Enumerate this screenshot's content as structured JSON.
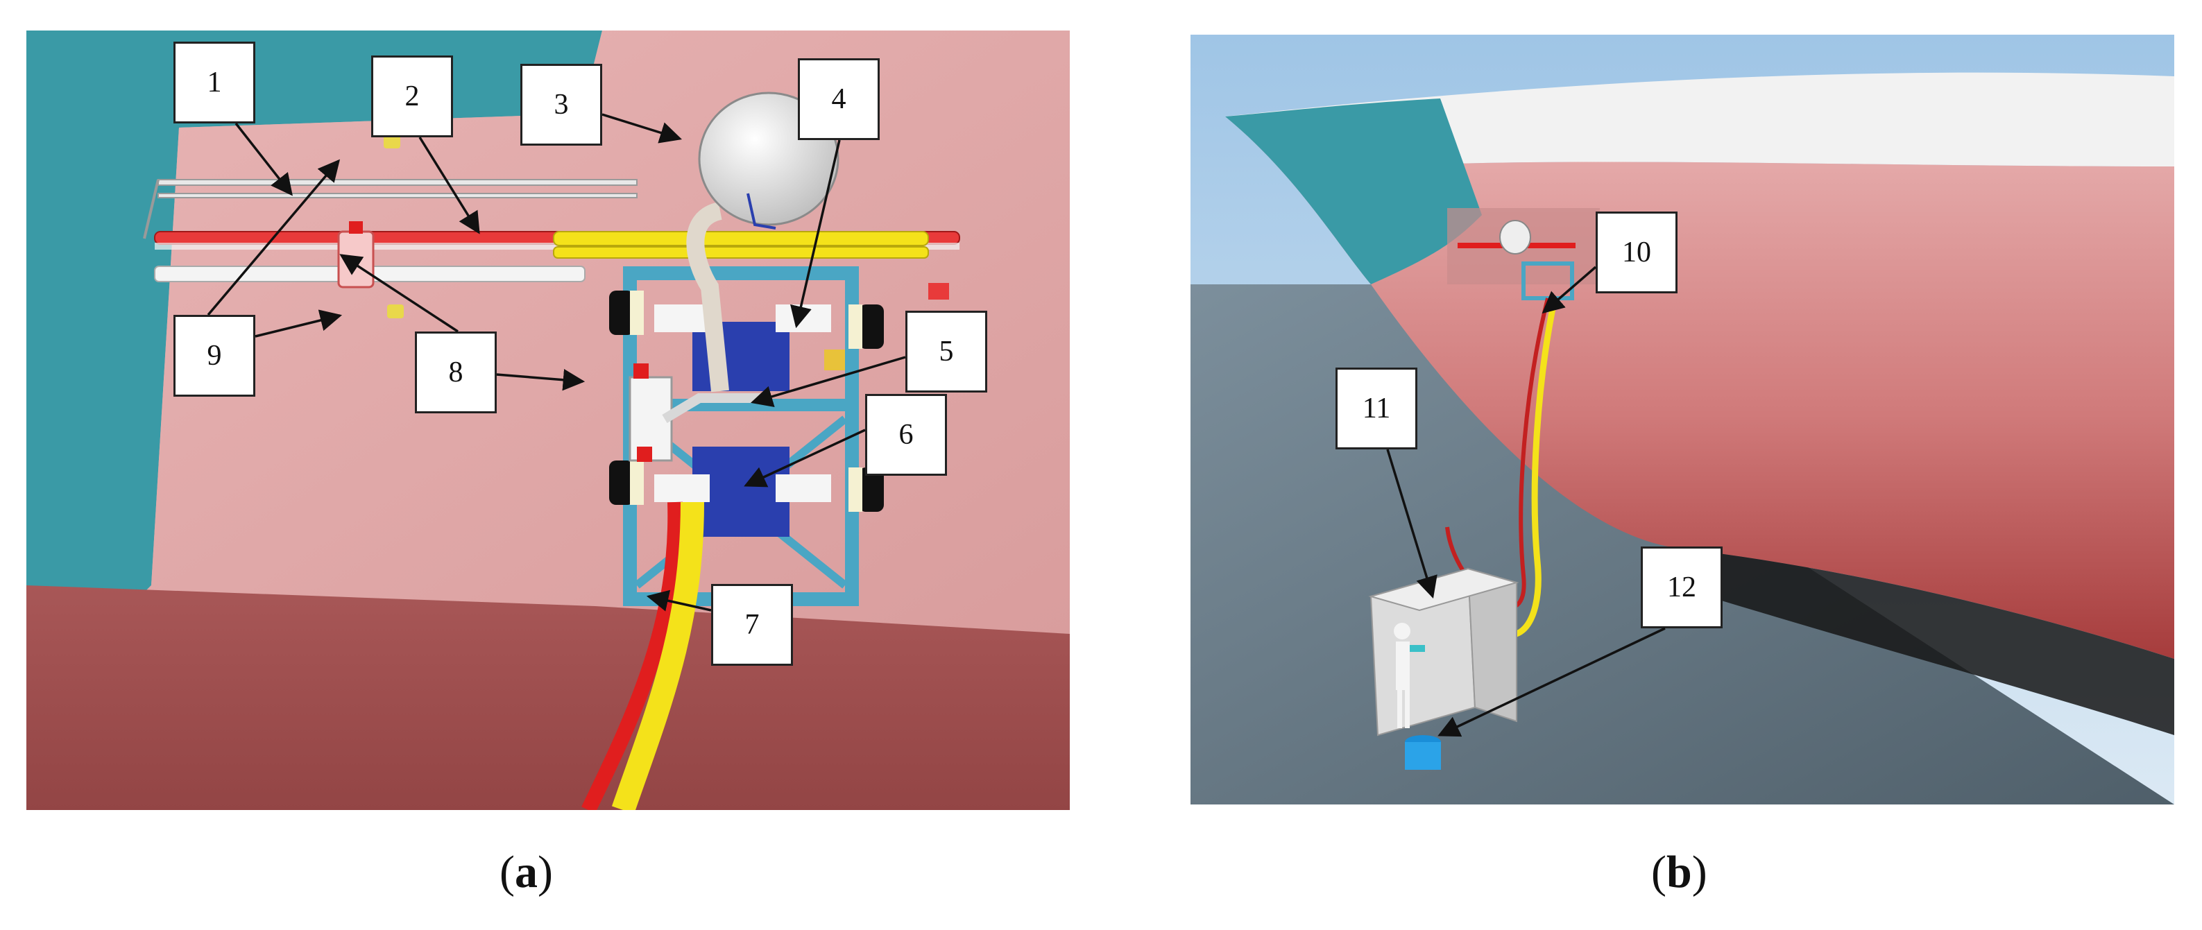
{
  "panel_a": {
    "callouts": [
      "1",
      "2",
      "3",
      "4",
      "5",
      "6",
      "7",
      "8",
      "9"
    ],
    "caption_letter": "a"
  },
  "panel_b": {
    "callouts": [
      "10",
      "11",
      "12"
    ],
    "caption_letter": "b"
  },
  "colors": {
    "hull_pink": "#e0a6a6",
    "hull_teal": "#3a9aa6",
    "waterline_red": "#b45a5a",
    "hose_red": "#e01e1e",
    "hose_yellow": "#f4e21a",
    "frame_blue": "#4aa6c4"
  }
}
